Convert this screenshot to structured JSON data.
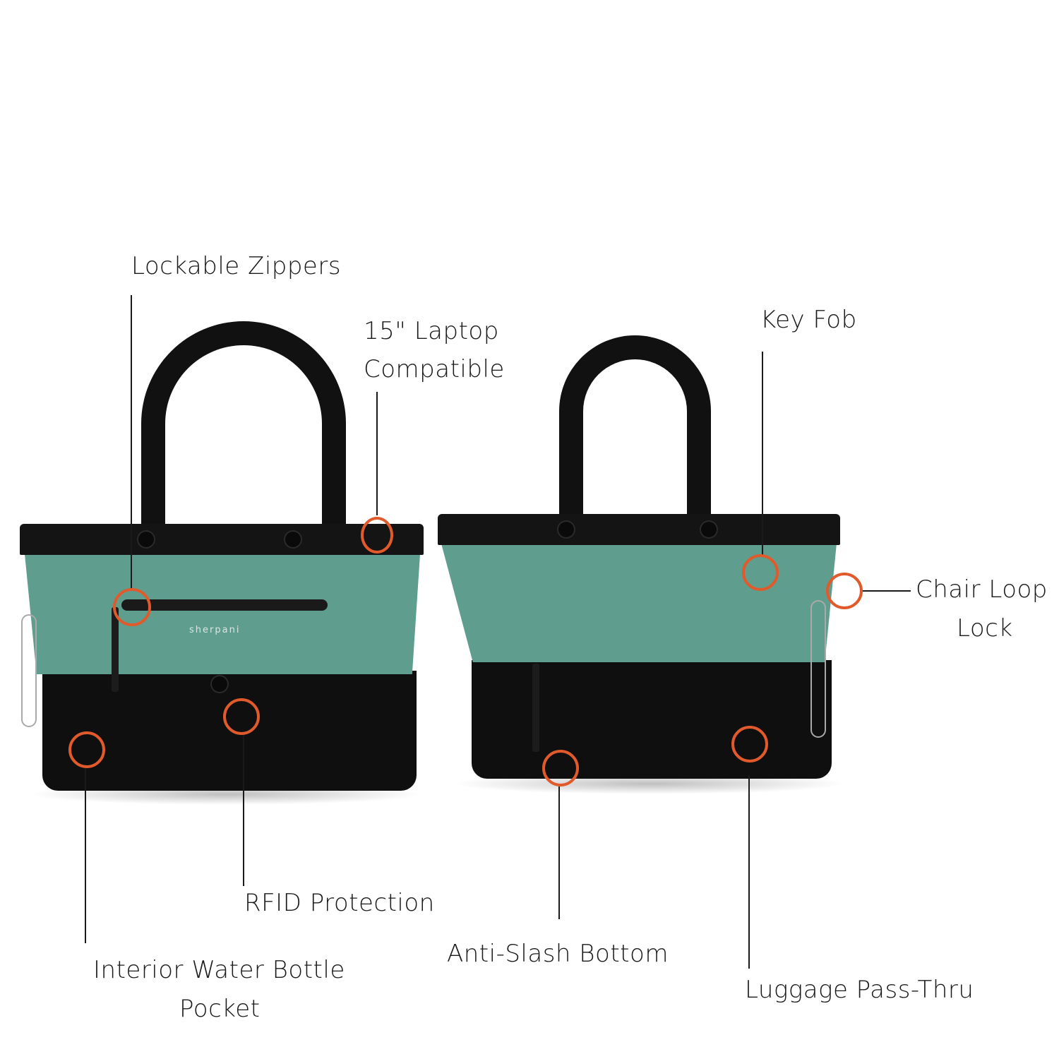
{
  "brand": "sherpani",
  "accent_color": "#e05a2b",
  "bag_colors": {
    "body_top": "#5f9e8e",
    "body_bottom": "#0f0f10",
    "trim": "#141414"
  },
  "features": {
    "lockable_zippers": "Lockable Zippers",
    "laptop_line1": "15\" Laptop",
    "laptop_line2": "Compatible",
    "key_fob": "Key Fob",
    "chair_loop_line1": "Chair Loop",
    "chair_loop_line2": "Lock",
    "rfid": "RFID Protection",
    "water_bottle_line1": "Interior Water Bottle",
    "water_bottle_line2": "Pocket",
    "anti_slash": "Anti-Slash Bottom",
    "luggage": "Luggage Pass-Thru"
  }
}
